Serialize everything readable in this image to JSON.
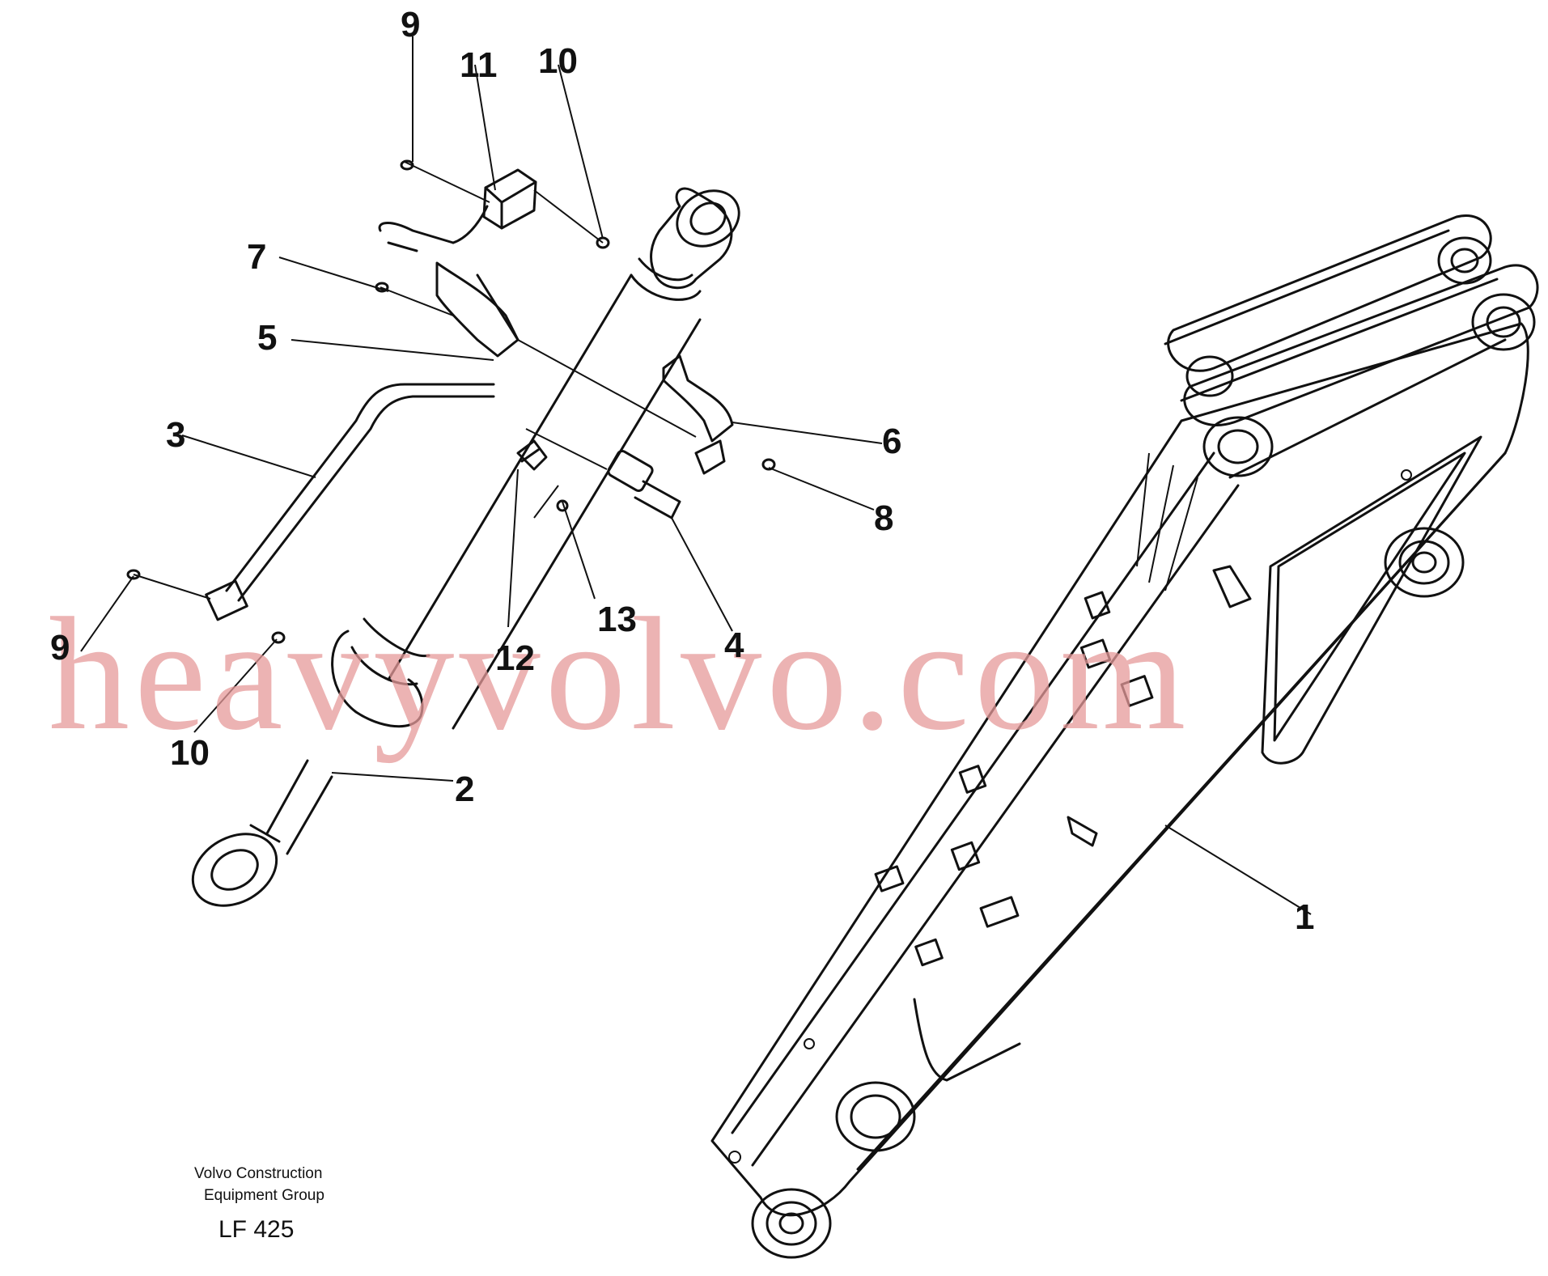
{
  "callouts": [
    "1",
    "2",
    "3",
    "4",
    "5",
    "6",
    "7",
    "8",
    "9",
    "9",
    "10",
    "10",
    "11",
    "12",
    "13"
  ],
  "caption": {
    "line1": "Volvo Construction",
    "line2": "Equipment Group",
    "code": "LF 425"
  },
  "watermark": "heavyvolvo.com",
  "colors": {
    "linework": "#111111",
    "watermark": "#e69a9a"
  }
}
